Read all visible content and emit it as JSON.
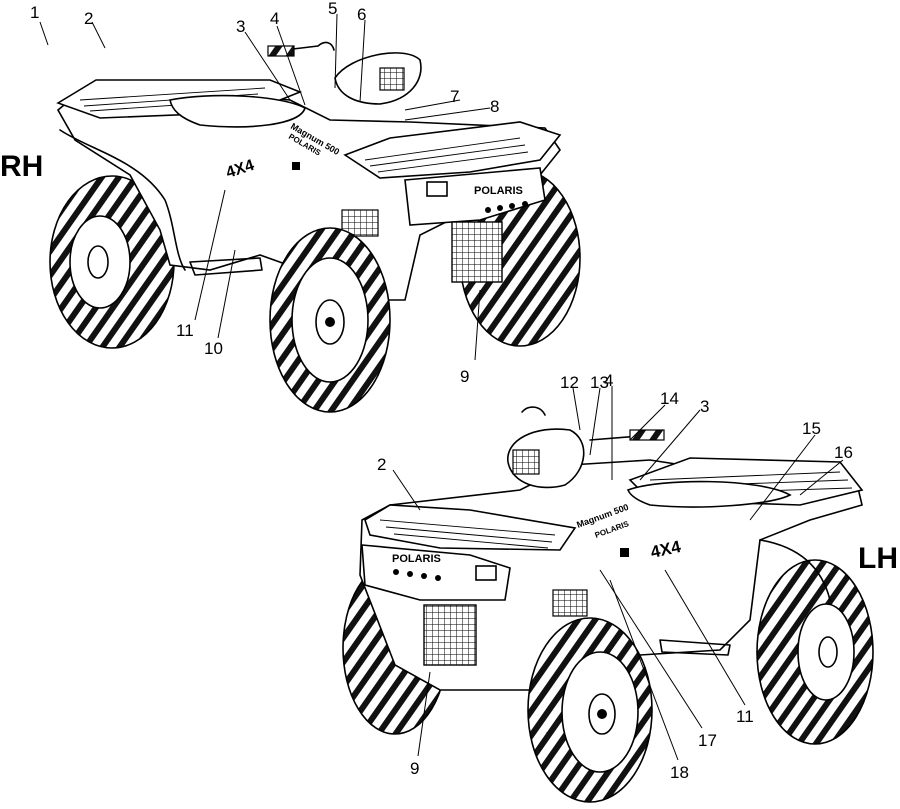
{
  "labels": {
    "rh": "RH",
    "lh": "LH"
  },
  "decals": {
    "four_by_four": "4X4",
    "brand": "POLARIS",
    "model": "Magnum 500"
  },
  "callouts": {
    "rh": [
      "1",
      "2",
      "3",
      "4",
      "5",
      "6",
      "7",
      "8",
      "9",
      "10",
      "11"
    ],
    "lh": [
      "2",
      "3",
      "4",
      "9",
      "11",
      "12",
      "13",
      "14",
      "15",
      "16",
      "17",
      "18"
    ]
  }
}
